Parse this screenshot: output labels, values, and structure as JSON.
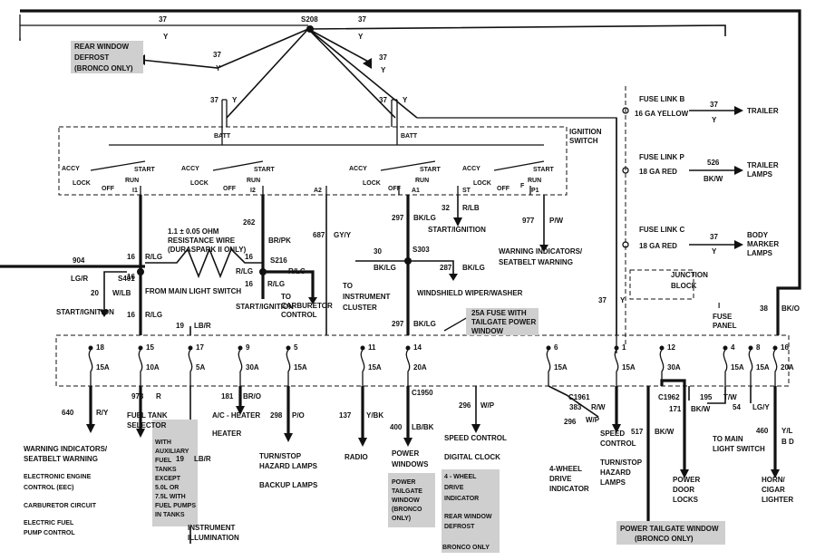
{
  "wires": {
    "w37_left": "37",
    "y_left": "Y",
    "w37_right": "37",
    "y_right": "Y",
    "w37_a": "37",
    "y_a": "Y",
    "w37_b": "37",
    "y_b": "Y",
    "w37_feed_left": "37",
    "y_feed_left": "Y",
    "w37_feed_right": "37",
    "y_feed_right": "Y",
    "w16_a": "16",
    "rlg_a": "R/LG",
    "w262": "262",
    "brpk": "BR/PK",
    "w687": "687",
    "gyy": "GY/Y",
    "w297_a": "297",
    "bklg_a": "BK/LG",
    "w32": "32",
    "rlb": "R/LB",
    "w977": "977",
    "pw": "P/W",
    "w904": "904",
    "lgr": "LG/R",
    "w16_b": "16",
    "rlg_b": "R/LG",
    "w16_c": "16",
    "rlg_c": "R/LG",
    "w16_d": "16",
    "rlg_d": "R/LG",
    "w20": "20",
    "wlb": "W/LB",
    "w30": "30",
    "bklg_b": "BK/LG",
    "w287": "287",
    "bklg_c": "BK/LG",
    "w16_e": "16",
    "rlg_e": "R/LG",
    "w19_a": "19",
    "lbr_a": "LB/R",
    "w297_b": "297",
    "bklg_d": "BK/LG",
    "w37_c": "37",
    "y_c": "Y",
    "w38": "38",
    "bko": "BK/O",
    "w640": "640",
    "ry": "R/Y",
    "w973": "973",
    "r": "R",
    "w181": "181",
    "bro": "BR/O",
    "w298": "298",
    "po": "P/O",
    "w137": "137",
    "ybk": "Y/BK",
    "w400": "400",
    "lbbk": "LB/BK",
    "w296_a": "296",
    "wp_a": "W/P",
    "w383": "383",
    "rw": "R/W",
    "w296_b": "296",
    "wp_b": "W/P",
    "w517": "517",
    "bkw_a": "BK/W",
    "w171": "171",
    "bkw_b": "BK/W",
    "w195": "195",
    "tw": "T/W",
    "w54": "54",
    "lgy": "LG/Y",
    "w460": "460",
    "yl": "Y/L",
    "bd": "B D",
    "w19_b": "19",
    "lbr_b": "LB/R",
    "w37_d": "37",
    "y_d": "Y",
    "w526": "526",
    "bkw_c": "BK/W",
    "w37_e": "37",
    "y_e": "Y"
  },
  "splices": {
    "s208": "S208",
    "s216": "S216",
    "s401": "S401",
    "s303": "S303",
    "c1950": "C1950",
    "c1961": "C1961",
    "c1962": "C1962"
  },
  "ignition": {
    "title_line1": "IGNITION",
    "title_line2": "SWITCH",
    "batt_left": "BATT",
    "batt_right": "BATT",
    "left_accy": "ACCY",
    "left_start": "START",
    "left_lock": "LOCK",
    "left_run": "RUN",
    "left_off": "OFF",
    "left_i1": "I1",
    "mid_accy": "ACCY",
    "mid_start": "START",
    "mid_lock": "LOCK",
    "mid_run": "RUN",
    "mid_off": "OFF",
    "mid_i2": "I2",
    "mid_a2": "A2",
    "r1_accy": "ACCY",
    "r1_start": "START",
    "r1_lock": "LOCK",
    "r1_run": "RUN",
    "r1_off": "OFF",
    "r1_a1": "A1",
    "r1_st": "ST",
    "r2_accy": "ACCY",
    "r2_start": "START",
    "r2_lock": "LOCK",
    "r2_run": "RUN",
    "r2_off": "OFF",
    "r2_f": "F",
    "r2_p1": "P1"
  },
  "fuse_links": {
    "b_title": "FUSE LINK B",
    "b_gauge": "16 GA YELLOW",
    "b_dest": "TRAILER",
    "p_title": "FUSE LINK P",
    "p_gauge": "18 GA RED",
    "p_dest1": "TRAILER",
    "p_dest2": "LAMPS",
    "c_title": "FUSE LINK C",
    "c_gauge": "18 GA RED",
    "c_dest1": "BODY",
    "c_dest2": "MARKER",
    "c_dest3": "LAMPS"
  },
  "junction": {
    "line1": "JUNCTION",
    "line2": "BLOCK",
    "panel_marker": "I",
    "panel1": "FUSE",
    "panel2": "PANEL"
  },
  "resistance": {
    "line1": "1.1 ± 0.05 OHM",
    "line2": "RESISTANCE WIRE",
    "line3": "(DURASPARK II ONLY)"
  },
  "fuse_note": {
    "line1": "25A FUSE WITH",
    "line2": "TAILGATE POWER",
    "line3": "WINDOW"
  },
  "fuses": [
    {
      "num": "18",
      "amp": "15A"
    },
    {
      "num": "15",
      "amp": "10A"
    },
    {
      "num": "17",
      "amp": "5A"
    },
    {
      "num": "9",
      "amp": "30A"
    },
    {
      "num": "5",
      "amp": "15A"
    },
    {
      "num": "11",
      "amp": "15A"
    },
    {
      "num": "14",
      "amp": "20A"
    },
    {
      "num": "6",
      "amp": "15A"
    },
    {
      "num": "1",
      "amp": "15A"
    },
    {
      "num": "12",
      "amp": "30A"
    },
    {
      "num": "4",
      "amp": "15A"
    },
    {
      "num": "8",
      "amp": "15A"
    },
    {
      "num": "16",
      "amp": "20A"
    }
  ],
  "labels": {
    "rear_defrost": [
      "REAR WINDOW",
      "DEFROST",
      "(BRONCO ONLY)"
    ],
    "from_main_light": "FROM MAIN LIGHT SWITCH",
    "start_ign_left": "START/IGNITION",
    "start_ign_mid": "START/IGNITION",
    "start_ign_top": "START/IGNITION",
    "to_carb": [
      "TO",
      "CARBURETOR",
      "CONTROL"
    ],
    "to_cluster": [
      "TO",
      "INSTRUMENT",
      "CLUSTER"
    ],
    "wiper": "WINDSHIELD WIPER/WASHER",
    "warn_seatbelt_top": [
      "WARNING INDICATORS/",
      "SEATBELT WARNING"
    ],
    "warn_seatbelt_bottom": [
      "WARNING INDICATORS/",
      "SEATBELT WARNING"
    ],
    "eec": [
      "ELECTRONIC ENGINE",
      "CONTROL (EEC)"
    ],
    "carb_circuit": "CARBURETOR CIRCUIT",
    "fuel_pump": [
      "ELECTRIC FUEL",
      "PUMP CONTROL"
    ],
    "fuel_tank_selector": [
      "FUEL TANK",
      "SELECTOR"
    ],
    "fuel_tank_note": [
      "WITH",
      "AUXILIARY",
      "FUEL",
      "TANKS",
      "EXCEPT",
      "5.0L OR",
      "7.5L WITH",
      "FUEL PUMPS",
      "IN TANKS"
    ],
    "instrument_illum": [
      "INSTRUMENT",
      "ILLUMINATION"
    ],
    "ac_heater": "A/C - HEATER",
    "heater": "HEATER",
    "turn_hazard_left": [
      "TURN/STOP",
      "HAZARD LAMPS"
    ],
    "backup": "BACKUP LAMPS",
    "radio": "RADIO",
    "power_windows": [
      "POWER",
      "WINDOWS"
    ],
    "power_tailgate_small": [
      "POWER",
      "TAILGATE",
      "WINDOW",
      "(BRONCO",
      "ONLY)"
    ],
    "speed_control_mid": "SPEED CONTROL",
    "digital_clock": "DIGITAL CLOCK",
    "four_wd_indicator_box": [
      "4 - WHEEL",
      "DRIVE",
      "INDICATOR"
    ],
    "rear_window_defrost_box": [
      "REAR WINDOW",
      "DEFROST"
    ],
    "bronco_only": "BRONCO ONLY",
    "four_wd_drive": [
      "4-WHEEL",
      "DRIVE",
      "INDICATOR"
    ],
    "speed_control_right": [
      "SPEED",
      "CONTROL"
    ],
    "turn_hazard_right": [
      "TURN/STOP",
      "HAZARD",
      "LAMPS"
    ],
    "power_door_locks": [
      "POWER",
      "DOOR",
      "LOCKS"
    ],
    "to_main_light": [
      "TO MAIN",
      "LIGHT SWITCH"
    ],
    "horn_cigar": [
      "HORN/",
      "CIGAR",
      "LIGHTER"
    ],
    "power_tailgate_big": [
      "POWER TAILGATE WINDOW",
      "(BRONCO ONLY)"
    ]
  }
}
